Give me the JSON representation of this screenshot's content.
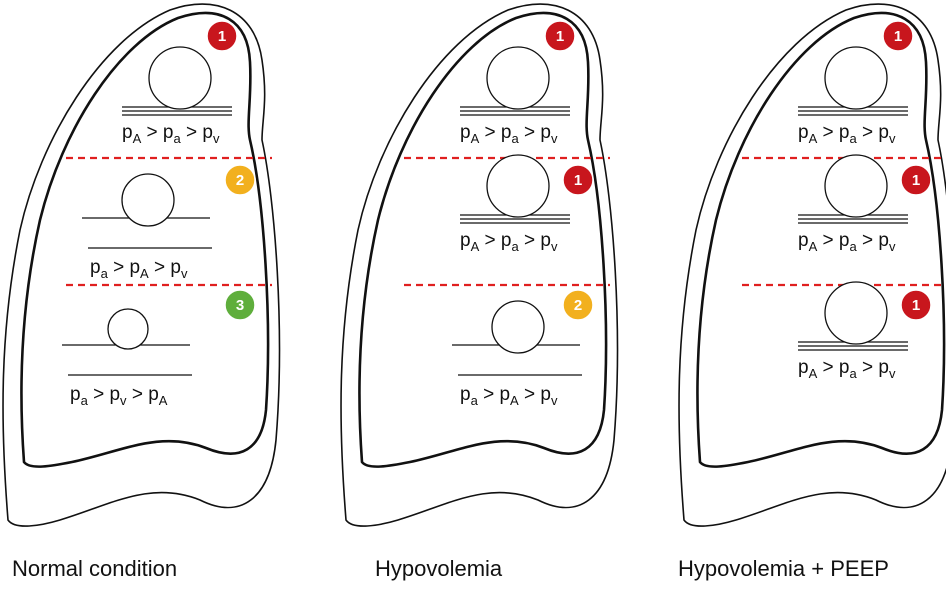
{
  "panels": [
    {
      "caption": "Normal condition",
      "zones": [
        {
          "badge": "1",
          "badge_color": "#c8161d",
          "vessel_open": "wide",
          "equation": [
            [
              "p",
              "A"
            ],
            [
              "p",
              "a"
            ],
            [
              "p",
              "v"
            ]
          ]
        },
        {
          "badge": "2",
          "badge_color": "#f2b01e",
          "vessel_open": "partial",
          "equation": [
            [
              "p",
              "a"
            ],
            [
              "p",
              "A"
            ],
            [
              "p",
              "v"
            ]
          ]
        },
        {
          "badge": "3",
          "badge_color": "#5fae3c",
          "vessel_open": "small",
          "equation": [
            [
              "p",
              "a"
            ],
            [
              "p",
              "v"
            ],
            [
              "p",
              "A"
            ]
          ]
        }
      ]
    },
    {
      "caption": "Hypovolemia",
      "zones": [
        {
          "badge": "1",
          "badge_color": "#c8161d",
          "vessel_open": "wide",
          "equation": [
            [
              "p",
              "A"
            ],
            [
              "p",
              "a"
            ],
            [
              "p",
              "v"
            ]
          ]
        },
        {
          "badge": "1",
          "badge_color": "#c8161d",
          "vessel_open": "wide",
          "equation": [
            [
              "p",
              "A"
            ],
            [
              "p",
              "a"
            ],
            [
              "p",
              "v"
            ]
          ]
        },
        {
          "badge": "2",
          "badge_color": "#f2b01e",
          "vessel_open": "partial",
          "equation": [
            [
              "p",
              "a"
            ],
            [
              "p",
              "A"
            ],
            [
              "p",
              "v"
            ]
          ]
        }
      ]
    },
    {
      "caption": "Hypovolemia + PEEP",
      "zones": [
        {
          "badge": "1",
          "badge_color": "#c8161d",
          "vessel_open": "wide",
          "equation": [
            [
              "p",
              "A"
            ],
            [
              "p",
              "a"
            ],
            [
              "p",
              "v"
            ]
          ]
        },
        {
          "badge": "1",
          "badge_color": "#c8161d",
          "vessel_open": "wide",
          "equation": [
            [
              "p",
              "A"
            ],
            [
              "p",
              "a"
            ],
            [
              "p",
              "v"
            ]
          ]
        },
        {
          "badge": "1",
          "badge_color": "#c8161d",
          "vessel_open": "wide",
          "equation": [
            [
              "p",
              "A"
            ],
            [
              "p",
              "a"
            ],
            [
              "p",
              "v"
            ]
          ]
        }
      ]
    }
  ],
  "operator": ">",
  "colors": {
    "zone_divider": "#e02020",
    "outline": "#111111"
  }
}
